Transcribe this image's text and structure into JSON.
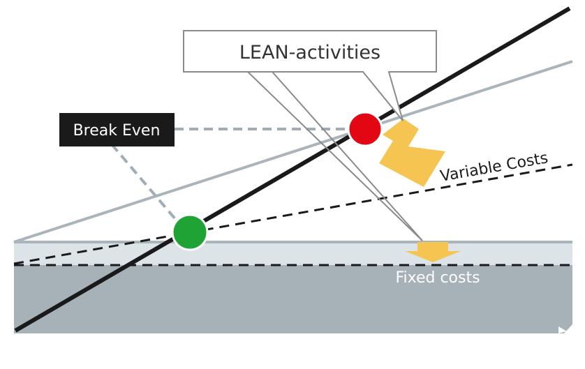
{
  "labels": {
    "lean_activities": "LEAN-activities",
    "break_even": "Break Even",
    "variable_costs": "Variable Costs",
    "fixed_costs": "Fixed costs"
  },
  "colors": {
    "fixed_costs_band": "#a6b1b8",
    "fixed_costs_light": "#dde4e8",
    "fixed_costs_edge": "#a9b4bb",
    "revenue_line": "#1a1a1a",
    "total_costs_before": "#a9b4bb",
    "dashed_lines": "#1a1a1a",
    "leader_dashed": "#a0adb5",
    "break_even_box": "#1a1a1a",
    "break_even_text": "#ffffff",
    "break_even_old": "#e30613",
    "break_even_new": "#1fa334",
    "arrows": "#f5c451",
    "callout_border": "#8a8a8a",
    "fixed_costs_text": "#ffffff"
  },
  "icons": {
    "red_point": "break-even-before-marker",
    "green_point": "break-even-after-marker",
    "down_arrow": "cost-reduction-arrow"
  }
}
